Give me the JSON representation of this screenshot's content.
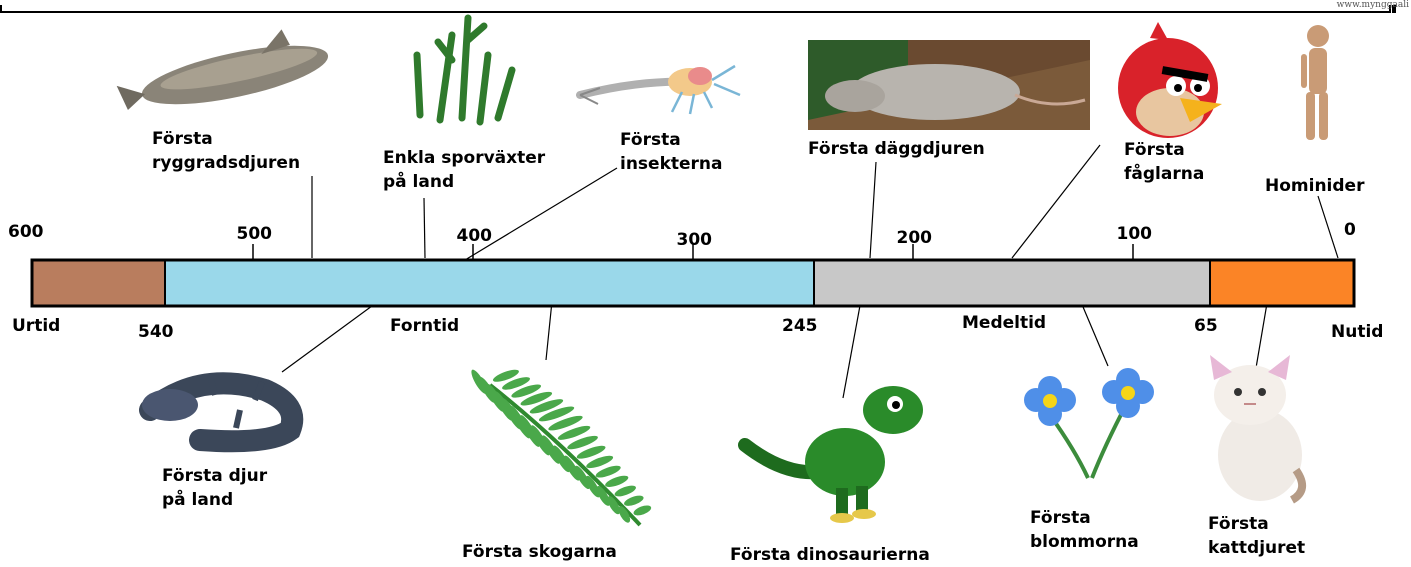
{
  "corner_text": "www.mynggaali",
  "axis": {
    "min": 0,
    "max": 600,
    "ticks": [
      600,
      500,
      400,
      300,
      200,
      100,
      0
    ]
  },
  "periods": [
    {
      "name": "Urtid",
      "start": 600,
      "end": 540,
      "color": "#b97d5e"
    },
    {
      "name": "Forntid",
      "start": 540,
      "end": 245,
      "color": "#9ad8ea"
    },
    {
      "name": "Medeltid",
      "start": 245,
      "end": 65,
      "color": "#c8c8c8"
    },
    {
      "name": "Nutid",
      "start": 65,
      "end": 0,
      "color": "#fb8426"
    }
  ],
  "boundary_labels": [
    "540",
    "245",
    "65"
  ],
  "events": {
    "ryggradsdjur": "Första\nryggradsdjuren",
    "sporvaxter": "Enkla sporväxter\npå land",
    "insekter": "Första\ninsekterna",
    "daggdjur": "Första däggdjuren",
    "faglar": "Första\nfåglarna",
    "hominider": "Hominider",
    "djur_land": "Första djur\npå land",
    "skogar": "Första skogarna",
    "dinosaurier": "Första dinosaurierna",
    "blommor": "Första\nblommorna",
    "kattdjur": "Första\nkattdjuret"
  }
}
